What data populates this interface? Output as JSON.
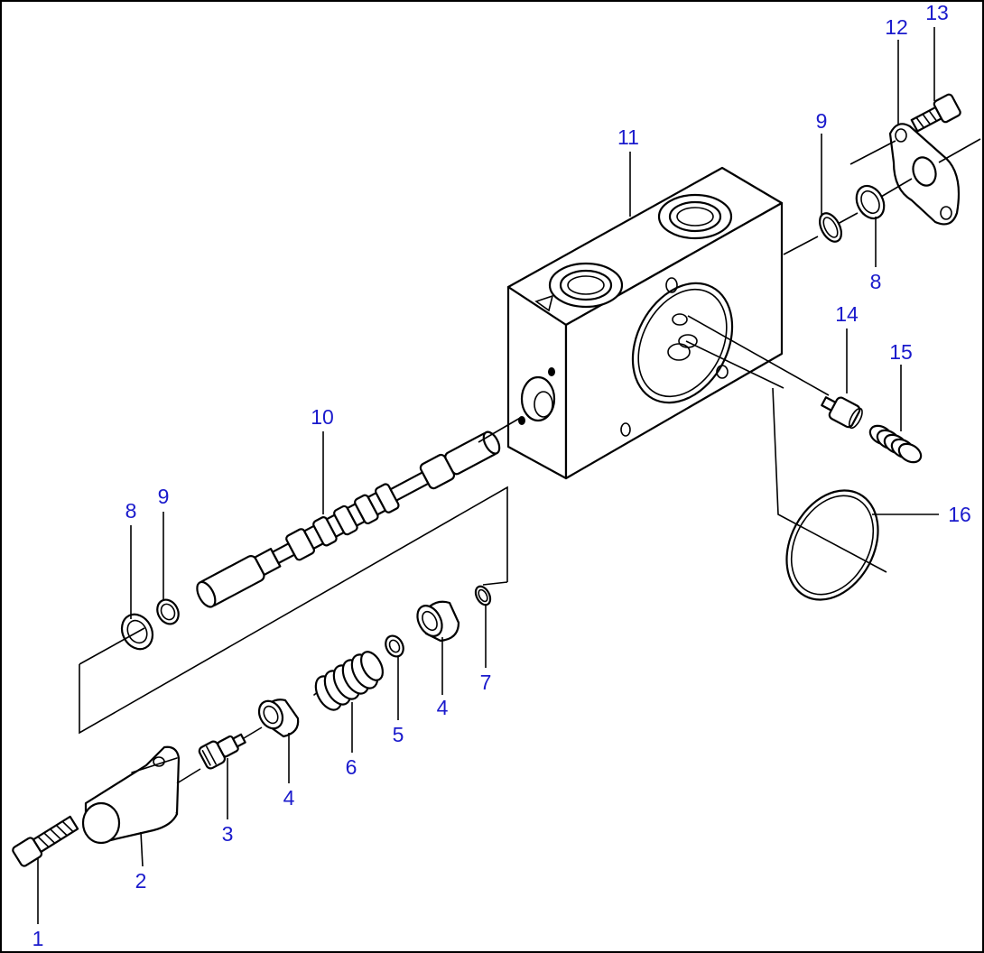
{
  "diagram": {
    "labels": {
      "l1": "1",
      "l2": "2",
      "l3": "3",
      "l4a": "4",
      "l4b": "4",
      "l5": "5",
      "l6": "6",
      "l7": "7",
      "l8a": "8",
      "l8b": "8",
      "l9a": "9",
      "l9b": "9",
      "l10": "10",
      "l11": "11",
      "l12": "12",
      "l13": "13",
      "l14": "14",
      "l15": "15",
      "l16": "16"
    },
    "colors": {
      "callout": "#1a1acc",
      "line": "#000000",
      "background": "#ffffff"
    }
  }
}
